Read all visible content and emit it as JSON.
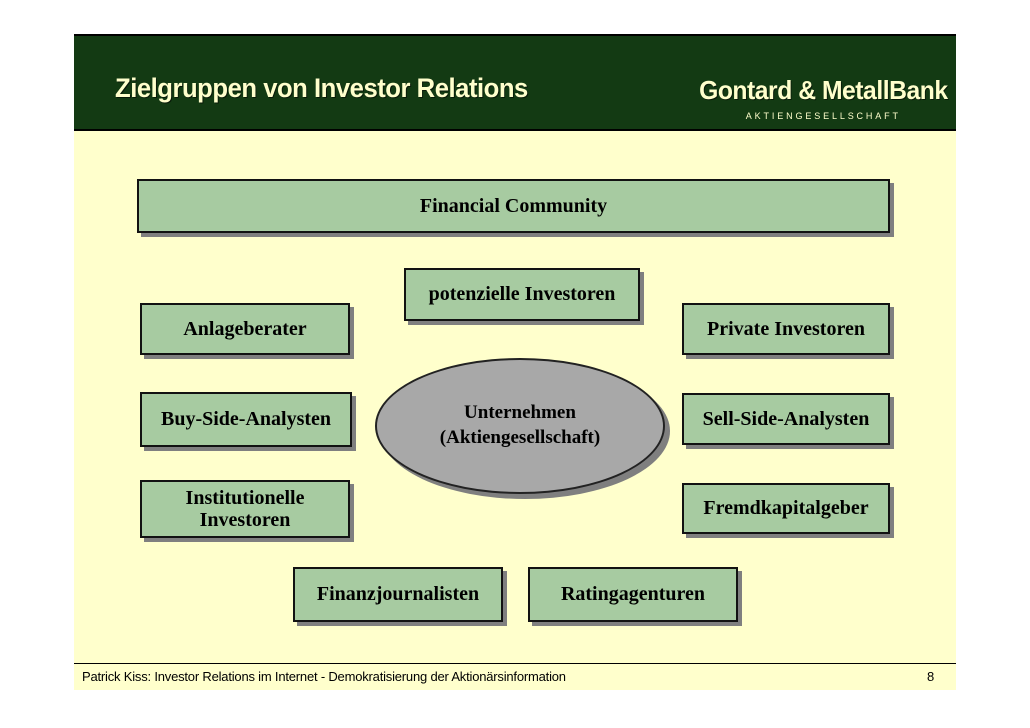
{
  "slide": {
    "header": {
      "title": "Zielgruppen von Investor Relations",
      "brand_name": "Gontard & MetallBank",
      "brand_subtitle": "AKTIENGESELLSCHAFT"
    },
    "diagram": {
      "center_ellipse": {
        "line1": "Unternehmen",
        "line2": "(Aktiengesellschaft)"
      },
      "boxes": {
        "financial_community": "Financial Community",
        "potenzielle_investoren": "potenzielle Investoren",
        "anlageberater": "Anlageberater",
        "private_investoren": "Private Investoren",
        "buy_side_analysten": "Buy-Side-Analysten",
        "sell_side_analysten": "Sell-Side-Analysten",
        "institutionelle_investoren": "Institutionelle Investoren",
        "fremdkapitalgeber": "Fremdkapitalgeber",
        "finanzjournalisten": "Finanzjournalisten",
        "ratingagenturen": "Ratingagenturen"
      }
    },
    "footer": {
      "credit": "Patrick Kiss: Investor Relations im Internet - Demokratisierung der Aktionärsinformation",
      "page_number": "8"
    },
    "colors": {
      "header_bg": "#133a13",
      "header_text": "#ffffcc",
      "slide_bg": "#ffffcc",
      "box_fill": "#a7cba1",
      "box_border": "#121212",
      "box_shadow": "#7f7f7f",
      "ellipse_fill": "#a8a8a8"
    }
  }
}
